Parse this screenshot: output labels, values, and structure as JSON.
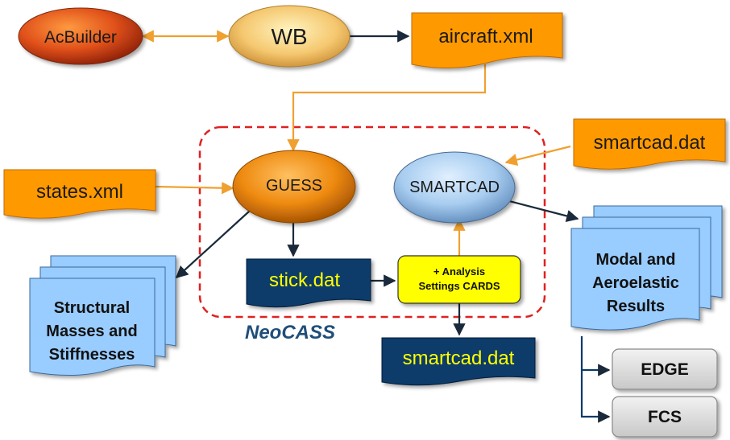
{
  "diagram": {
    "nodes": {
      "acbuilder": "AcBuilder",
      "wb": "WB",
      "aircraft_xml": "aircraft.xml",
      "guess": "GUESS",
      "smartcad": "SMARTCAD",
      "smartcad_dat_in": "smartcad.dat",
      "states_xml": "states.xml",
      "stick_dat": "stick.dat",
      "analysis_cards_line1": "+ Analysis",
      "analysis_cards_line2": "Settings CARDS",
      "smartcad_dat_out": "smartcad.dat",
      "structural_line1": "Structural",
      "structural_line2": "Masses and",
      "structural_line3": "Stiffnesses",
      "modal_line1": "Modal and",
      "modal_line2": "Aeroelastic",
      "modal_line3": "Results",
      "edge": "EDGE",
      "fcs": "FCS"
    },
    "group_label": "NeoCASS"
  },
  "colors": {
    "orange_arrow": "#f0a030",
    "dark_arrow": "#1a2a3a",
    "group_border": "#e02020",
    "navy_doc": "#0a3a6a",
    "orange_doc": "#ff9900",
    "yellow_box": "#ffff00",
    "blue_doc": "#99ccff",
    "gray_box": "#d9d9d9",
    "group_label": "#1f4e79"
  }
}
